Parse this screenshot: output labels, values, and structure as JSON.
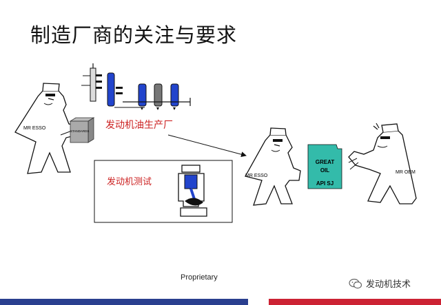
{
  "slide": {
    "title": "制造厂商的关注与要求",
    "footer": "Proprietary",
    "watermark": "发动机技术"
  },
  "figures": {
    "person_left": "MR ESSO",
    "standards_box": "STANDARDS",
    "person_middle": "MR ESSO",
    "person_right": "MR OEM"
  },
  "labels": {
    "oil_plant": "发动机油生产厂",
    "engine_test": "发动机测试"
  },
  "oil_can": {
    "line1": "GREAT",
    "line2": "OIL",
    "line3": "API SJ"
  },
  "colors": {
    "red_label": "#cc2222",
    "plant_blue": "#2244cc",
    "plant_gray": "#777777",
    "oil_can": "#33bbaa",
    "bar_blue": "#2a3f8f",
    "bar_red": "#cc2233"
  }
}
